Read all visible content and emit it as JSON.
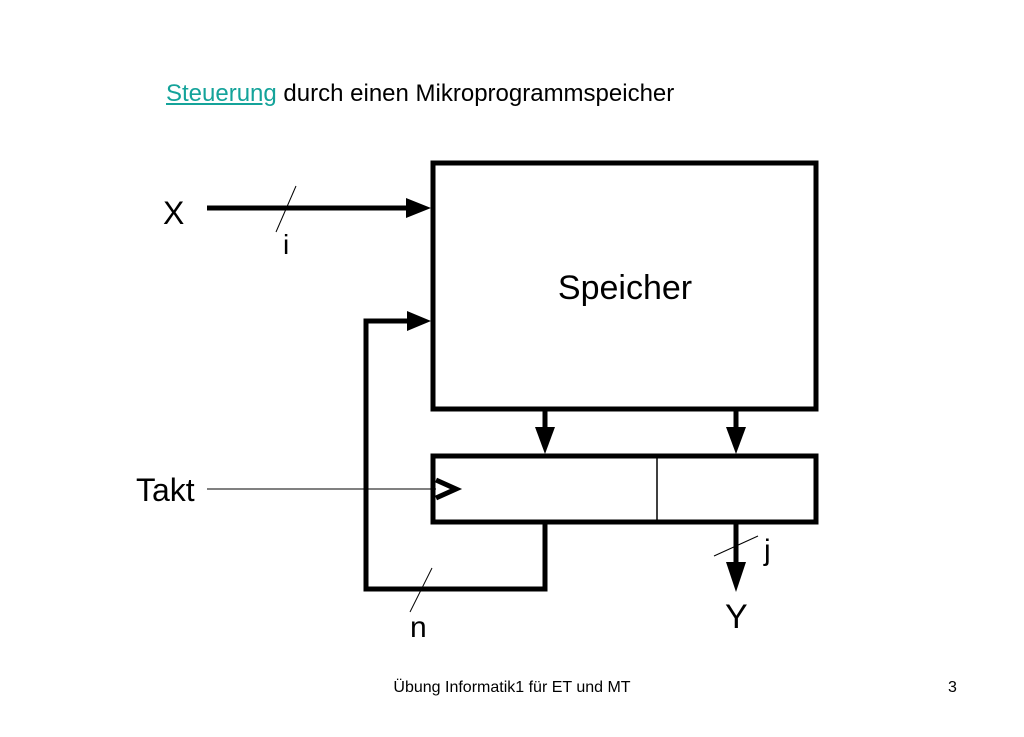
{
  "title": {
    "link_text": "Steuerung",
    "rest": " durch einen Mikroprogrammspeicher",
    "link_color": "#14a39a"
  },
  "diagram": {
    "input_label": "X",
    "input_width_label": "i",
    "memory_label": "Speicher",
    "clock_label": "Takt",
    "output_width_label": "j",
    "output_label": "Y",
    "feedback_width_label": "n"
  },
  "footer": {
    "text": "Übung Informatik1 für ET und MT",
    "page_number": "3"
  }
}
